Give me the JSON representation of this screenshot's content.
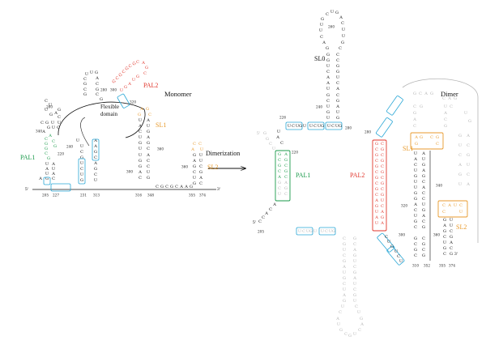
{
  "figure": {
    "monomer_title": "Monomer",
    "dimer_title": "Dimer",
    "arrow_label": "Dimerization",
    "flexible_label_line1": "Flexible",
    "flexible_label_line2": "domain",
    "labels": {
      "pal1": "PAL1",
      "pal2": "PAL2",
      "sl0": "SL0",
      "sl1": "SL1",
      "sl2": "SL2"
    },
    "end5": "5'",
    "end3": "3'",
    "numbers_monomer": [
      "205",
      "227",
      "231",
      "313",
      "316",
      "348",
      "355",
      "374",
      "220",
      "240",
      "260",
      "280",
      "300",
      "320",
      "340",
      "360"
    ],
    "numbers_dimer": [
      "205",
      "220",
      "226",
      "240",
      "260",
      "280",
      "300",
      "310",
      "320",
      "340",
      "352",
      "355",
      "360",
      "374",
      "230"
    ],
    "boxed_motif": "UCUG"
  },
  "colors": {
    "pal1": "#1a9a4a",
    "pal2": "#e0352b",
    "sl": "#e89a2c",
    "box_blue": "#2aa7d6",
    "black": "#111111",
    "gray": "#b5b5b5"
  }
}
